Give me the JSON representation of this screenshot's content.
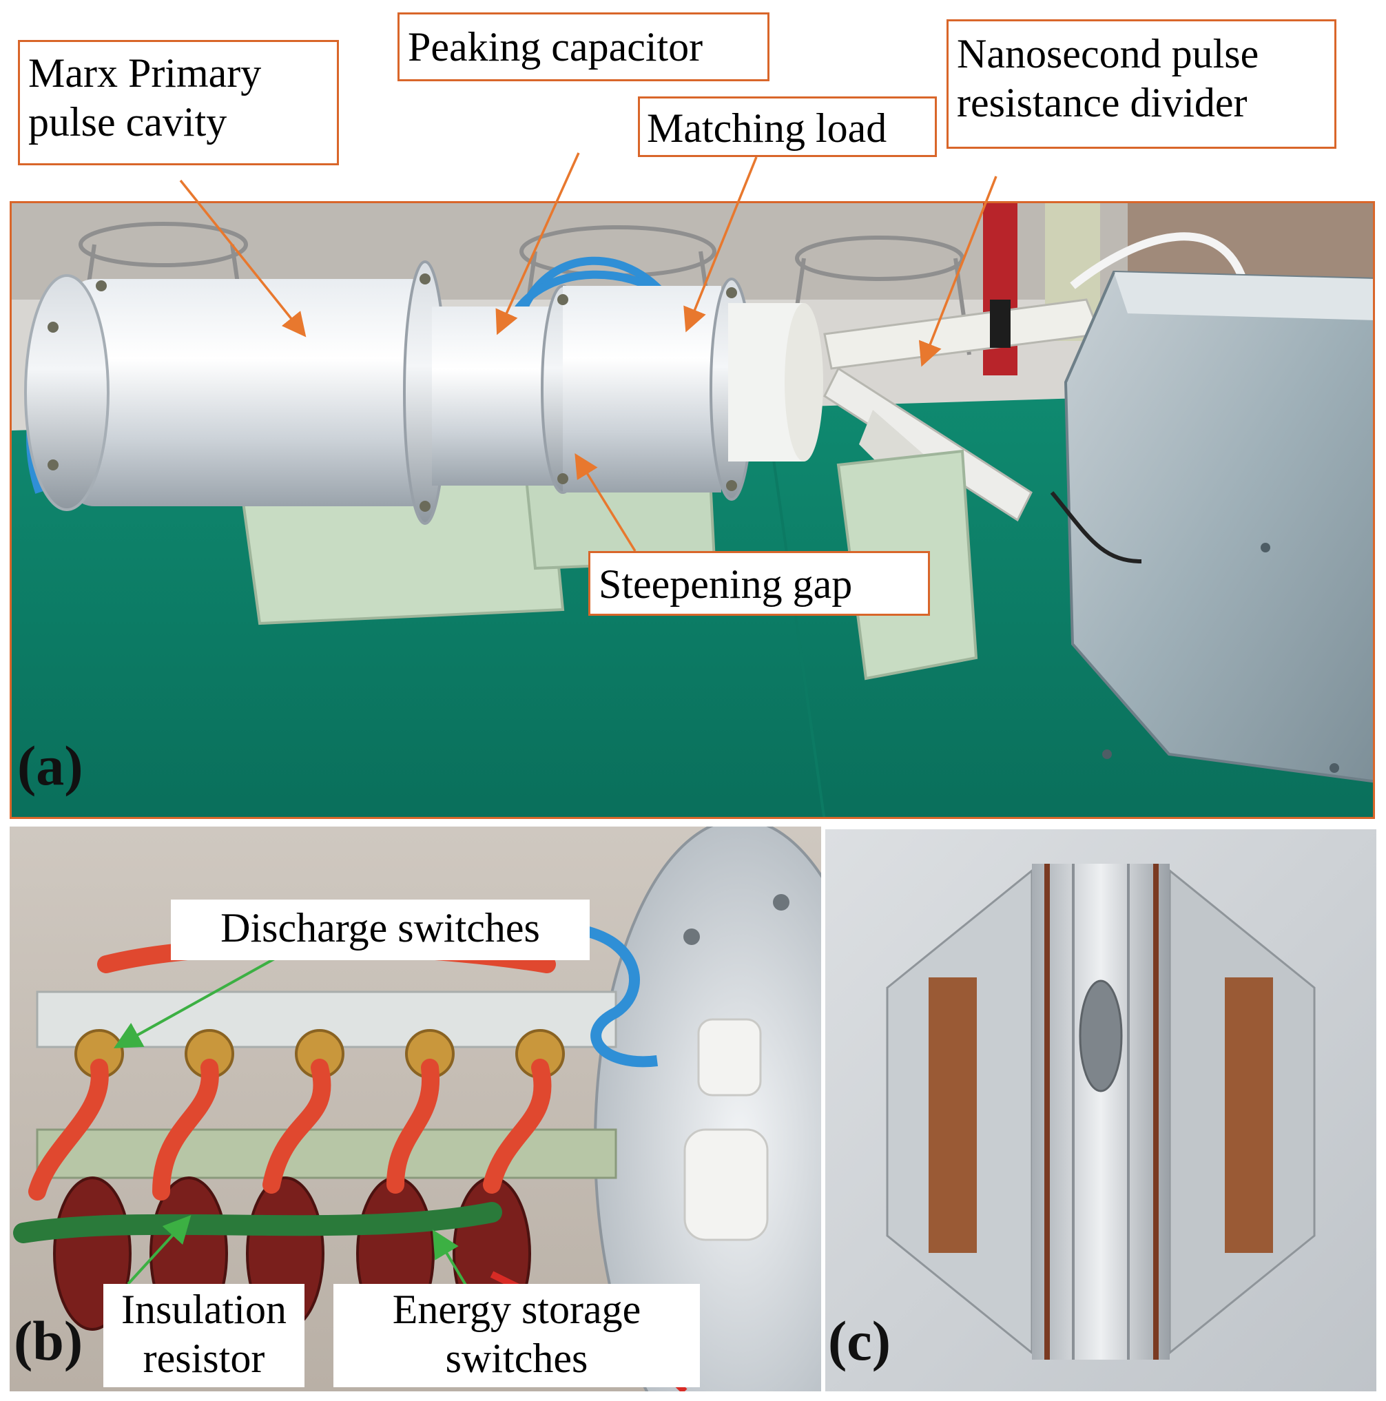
{
  "panels": {
    "a": {
      "tag": "(a)",
      "labels": {
        "marx": [
          "Marx Primary",
          "pulse cavity"
        ],
        "peaking": "Peaking capacitor",
        "matching": "Matching load",
        "divider": [
          "Nanosecond pulse",
          "resistance divider"
        ],
        "steepening": "Steepening gap"
      }
    },
    "b": {
      "tag": "(b)",
      "labels": {
        "discharge": "Discharge switches",
        "insulation": [
          "Insulation",
          "resistor"
        ],
        "energy": [
          "Energy storage",
          "switches"
        ]
      }
    },
    "c": {
      "tag": "(c)"
    }
  },
  "colors": {
    "frame_orange": "#d9662a",
    "arrow_orange": "#e8782e",
    "arrow_green": "#3cb043",
    "table_green": "#0f8f74"
  }
}
